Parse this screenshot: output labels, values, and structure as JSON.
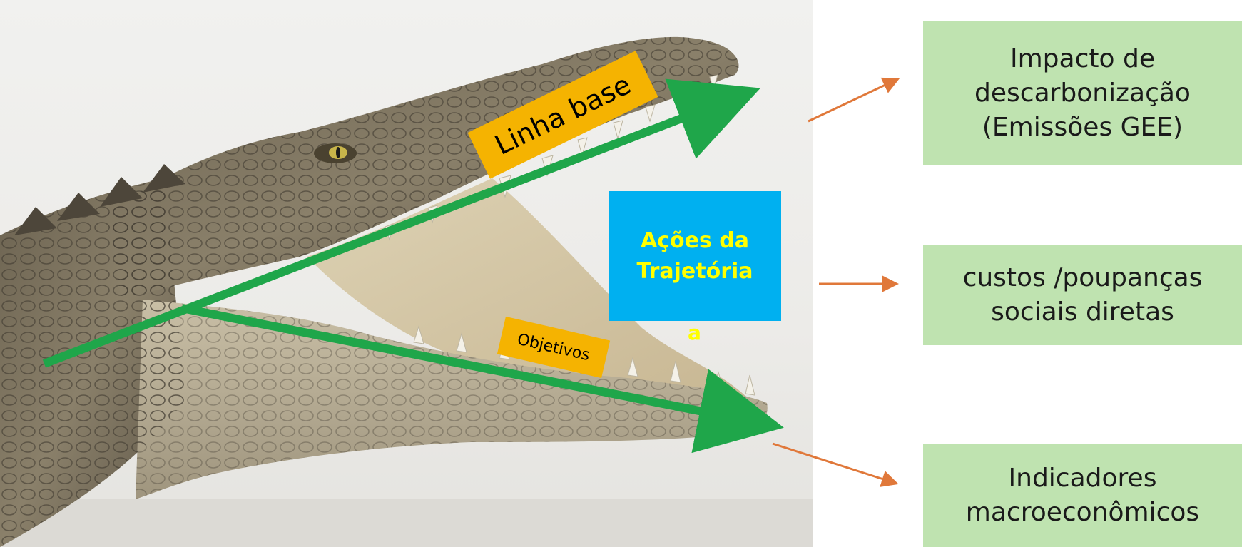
{
  "image": {
    "subject": "crocodile-icon"
  },
  "labels": {
    "baseline": "Linha base",
    "objectives": "Objetivos",
    "actions_line1": "Ações da",
    "actions_line2": "Trajetória",
    "actions_suffix": "a"
  },
  "outcomes": [
    {
      "line1": "Impacto de",
      "line2": "descarbonização",
      "line3": "(Emissões GEE)"
    },
    {
      "line1": "custos /poupanças",
      "line2": "sociais diretas"
    },
    {
      "line1": "Indicadores",
      "line2": "macroeconômicos"
    }
  ],
  "colors": {
    "trend_arrows": "#1fa64a",
    "tag_fill": "#f5b301",
    "actions_fill": "#00b0f0",
    "actions_text": "#ffff00",
    "outcome_fill": "#bfe3b0",
    "connector_arrows": "#e0783a"
  }
}
